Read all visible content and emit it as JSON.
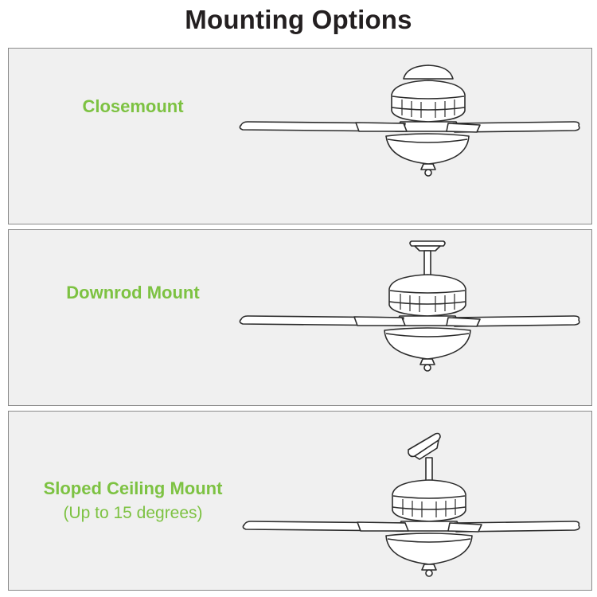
{
  "page": {
    "title": "Mounting Options"
  },
  "panels": [
    {
      "label": "Closemount",
      "sublabel": "",
      "mount": "closemount"
    },
    {
      "label": "Downrod Mount",
      "sublabel": "",
      "mount": "downrod"
    },
    {
      "label": "Sloped Ceiling Mount",
      "sublabel": "(Up to 15 degrees)",
      "mount": "sloped"
    }
  ],
  "colors": {
    "label_green": "#7dc242",
    "title": "#231f20",
    "panel_bg": "#f0f0f0",
    "line": "#2b2b2b"
  }
}
